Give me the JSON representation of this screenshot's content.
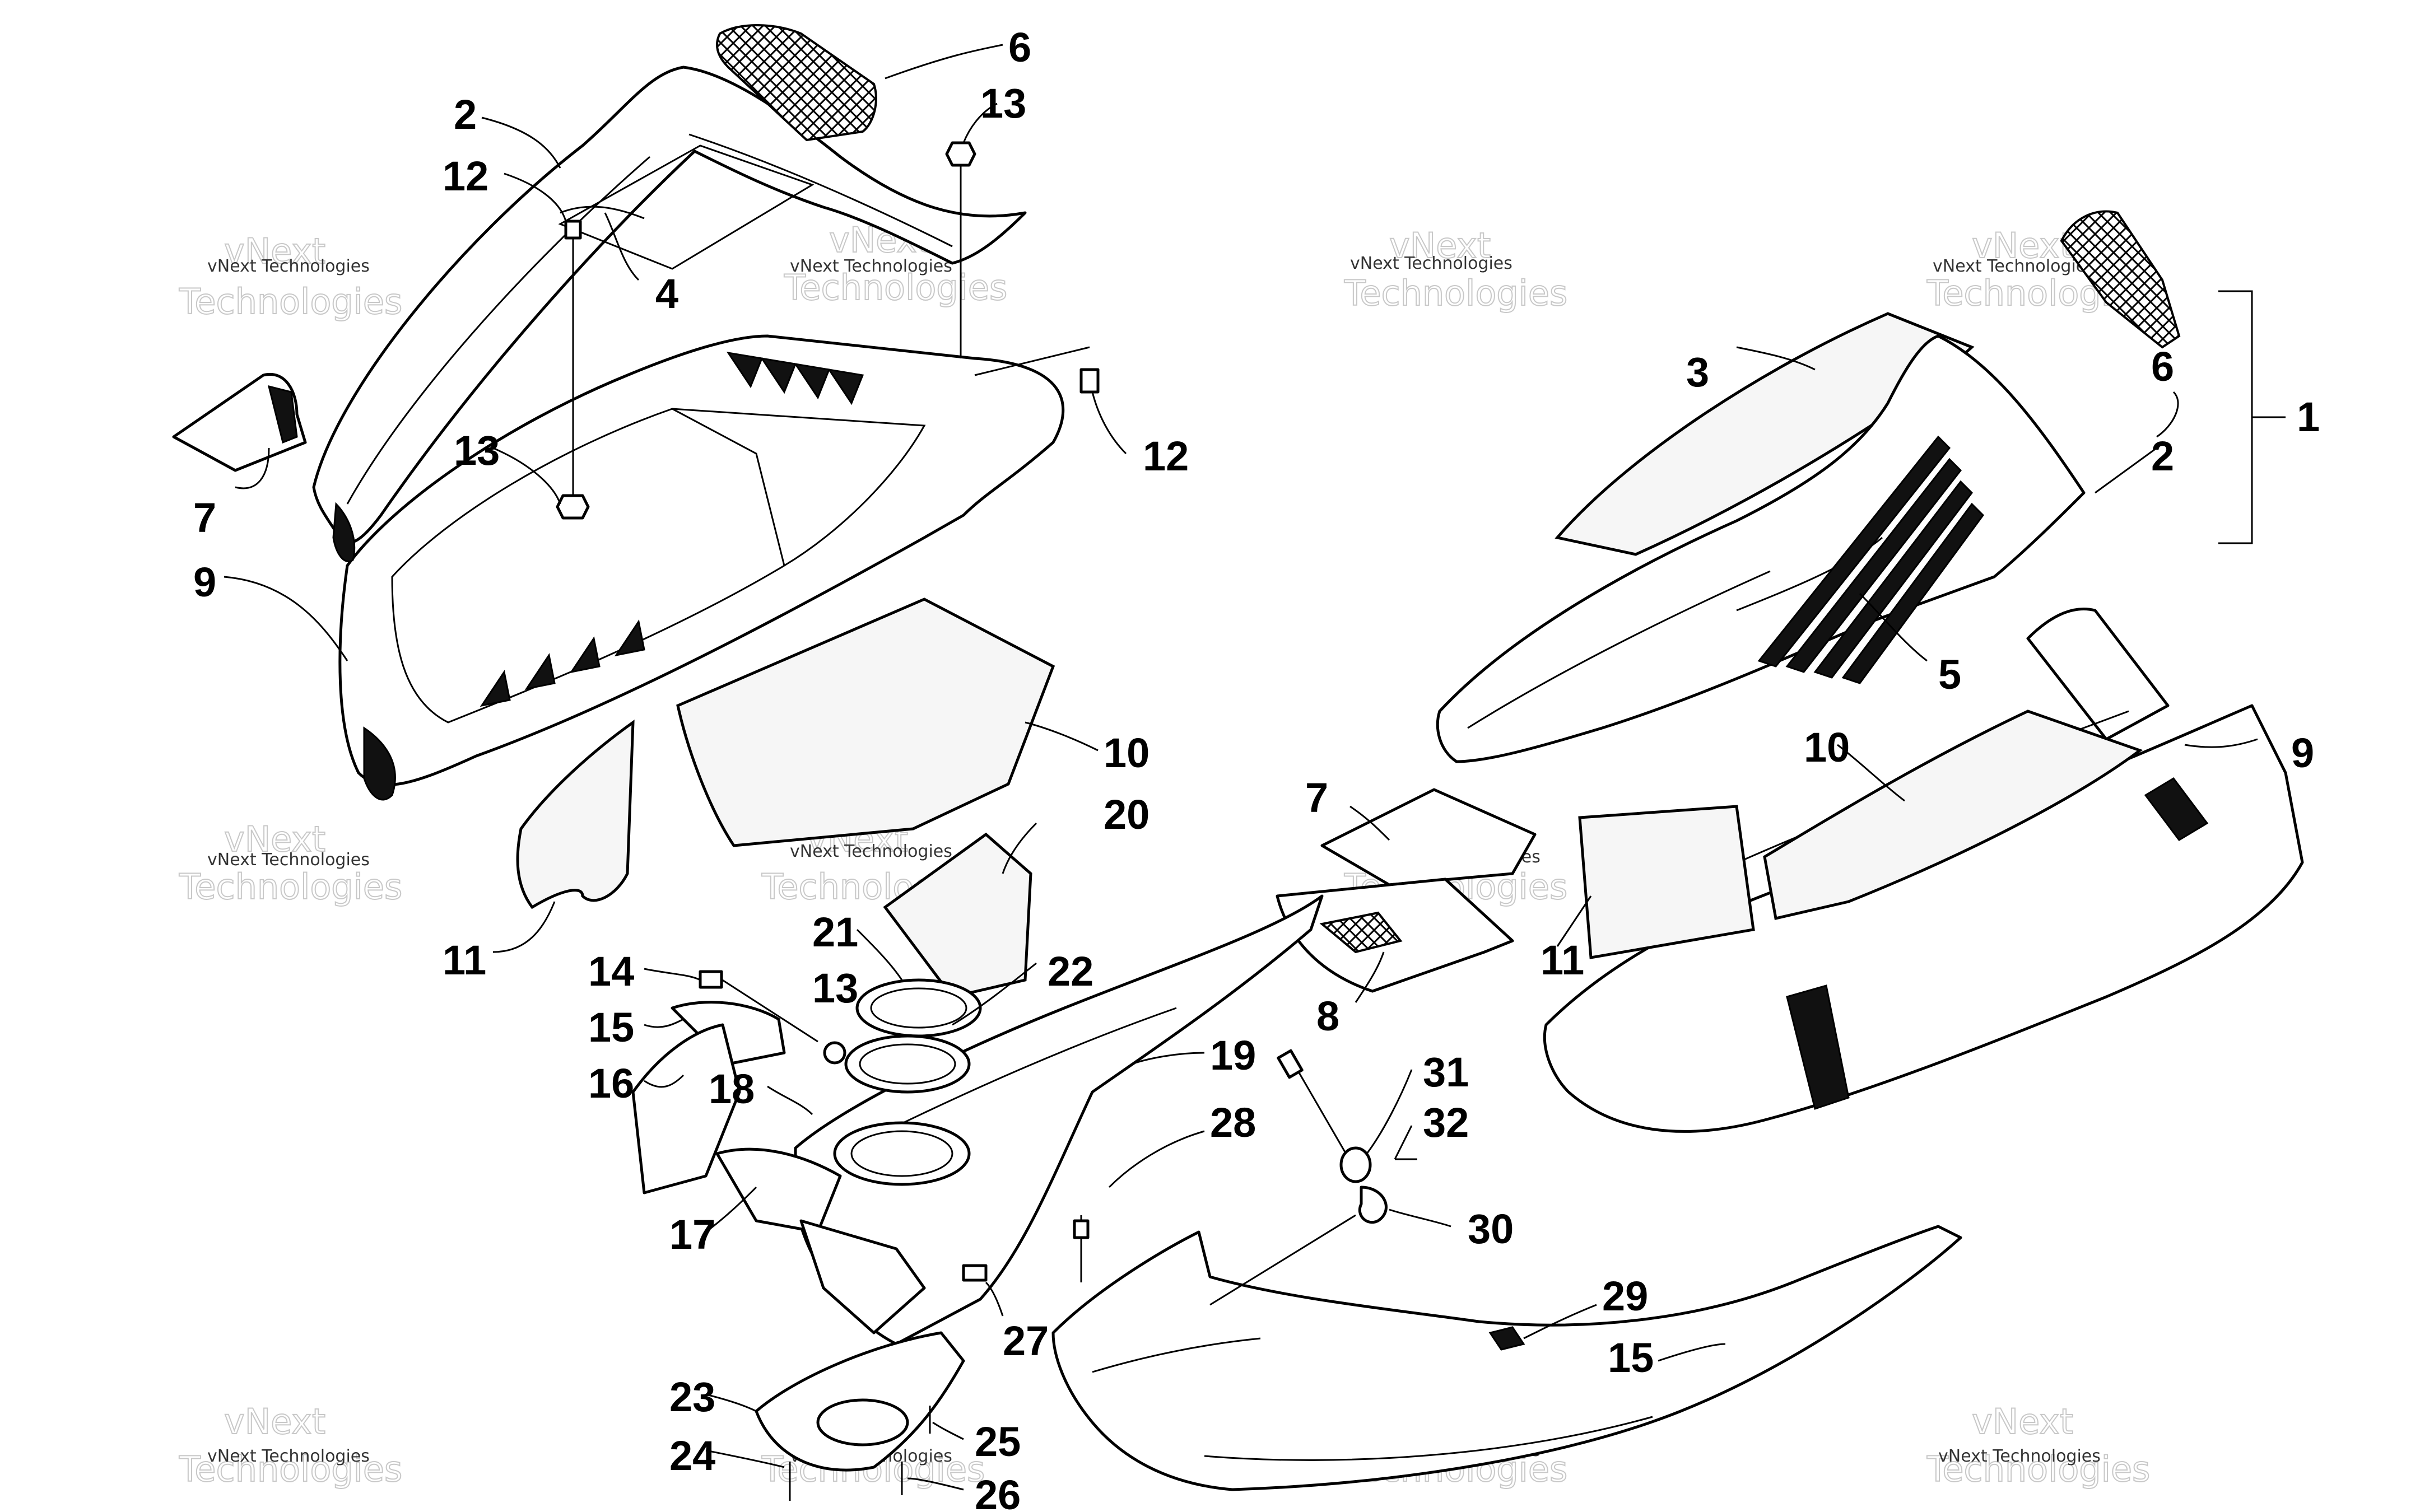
{
  "watermark": {
    "line1": "vNext Technologies",
    "big1": "vNext",
    "big2": "Technologies"
  },
  "callouts": {
    "c1": "1",
    "c2a": "2",
    "c2b": "2",
    "c3": "3",
    "c4": "4",
    "c5": "5",
    "c6a": "6",
    "c6b": "6",
    "c7a": "7",
    "c7b": "7",
    "c8": "8",
    "c9a": "9",
    "c9b": "9",
    "c10a": "10",
    "c10b": "10",
    "c11a": "11",
    "c11b": "11",
    "c12a": "12",
    "c12b": "12",
    "c13a": "13",
    "c13b": "13",
    "c13c": "13",
    "c14": "14",
    "c15a": "15",
    "c15b": "15",
    "c16": "16",
    "c17": "17",
    "c18": "18",
    "c19": "19",
    "c20": "20",
    "c21": "21",
    "c22": "22",
    "c23": "23",
    "c24": "24",
    "c25": "25",
    "c26": "26",
    "c27": "27",
    "c28": "28",
    "c29": "29",
    "c30": "30",
    "c31": "31",
    "c32": "32"
  }
}
